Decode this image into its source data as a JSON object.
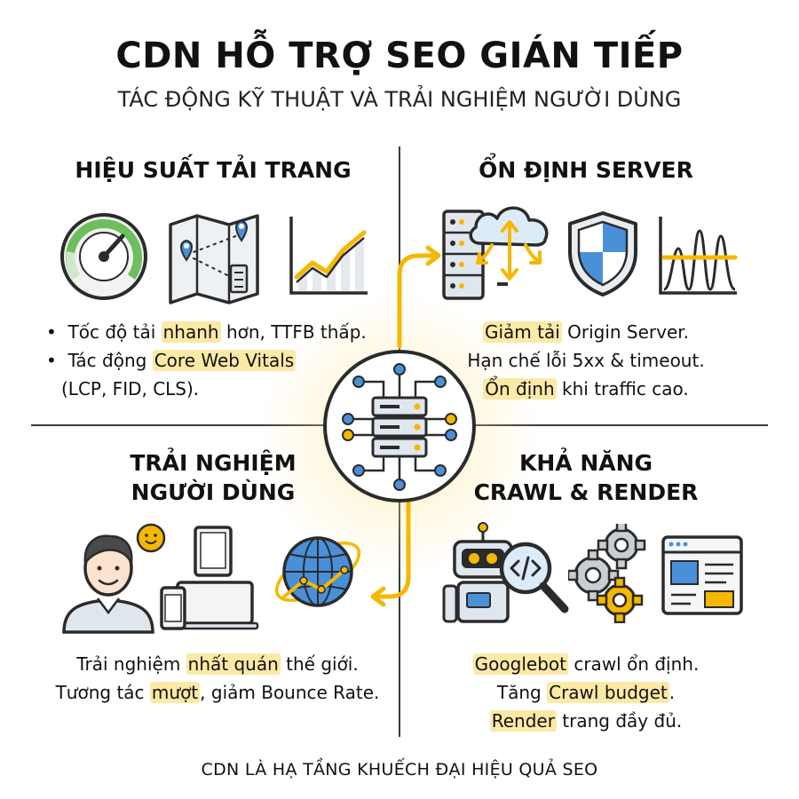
{
  "header": {
    "title": "CDN HỖ TRỢ SEO GIÁN TIẾP",
    "subtitle": "TÁC ĐỘNG KỸ THUẬT VÀ TRẢI NGHIỆM NGƯỜI DÙNG"
  },
  "quadrants": {
    "performance": {
      "title": "HIỆU SUẤT TẢI TRANG",
      "l1_bullet": "•",
      "l1_a": "Tốc độ tải ",
      "l1_hl": "nhanh",
      "l1_b": " hơn, TTFB thấp.",
      "l2_bullet": "•",
      "l2_a": "Tác động ",
      "l2_hl": "Core Web Vitals",
      "l3": "(LCP, FID, CLS)."
    },
    "server": {
      "title": "ỔN ĐỊNH SERVER",
      "l1_hl": "Giảm tải",
      "l1_b": " Origin Server.",
      "l2": "Hạn chế lỗi 5xx & timeout.",
      "l3_hl": "Ổn định",
      "l3_b": " khi traffic cao."
    },
    "ux": {
      "title_l1": "TRẢI NGHIỆM",
      "title_l2": "NGƯỜI DÙNG",
      "l1_a": "Trải nghiệm ",
      "l1_hl": "nhất quán",
      "l1_b": " thế giới.",
      "l2_a": "Tương tác ",
      "l2_hl": "mượt",
      "l2_b": ", giảm Bounce Rate."
    },
    "crawl": {
      "title_l1": "KHẢ NĂNG",
      "title_l2": "CRAWL & RENDER",
      "l1_hl": "Googlebot",
      "l1_b": " crawl ổn định.",
      "l2_a": "Tăng ",
      "l2_hl": "Crawl budget",
      "l2_b": ".",
      "l3_hl": "Render",
      "l3_b": " trang đầy đủ."
    }
  },
  "footer": "CDN LÀ HẠ TẦNG KHUẾCH ĐẠI HIỆU QUẢ SEO",
  "colors": {
    "accent": "#f5b800",
    "highlight": "#fde9a6",
    "blue": "#4a90d9",
    "line": "#3a3a3a"
  }
}
